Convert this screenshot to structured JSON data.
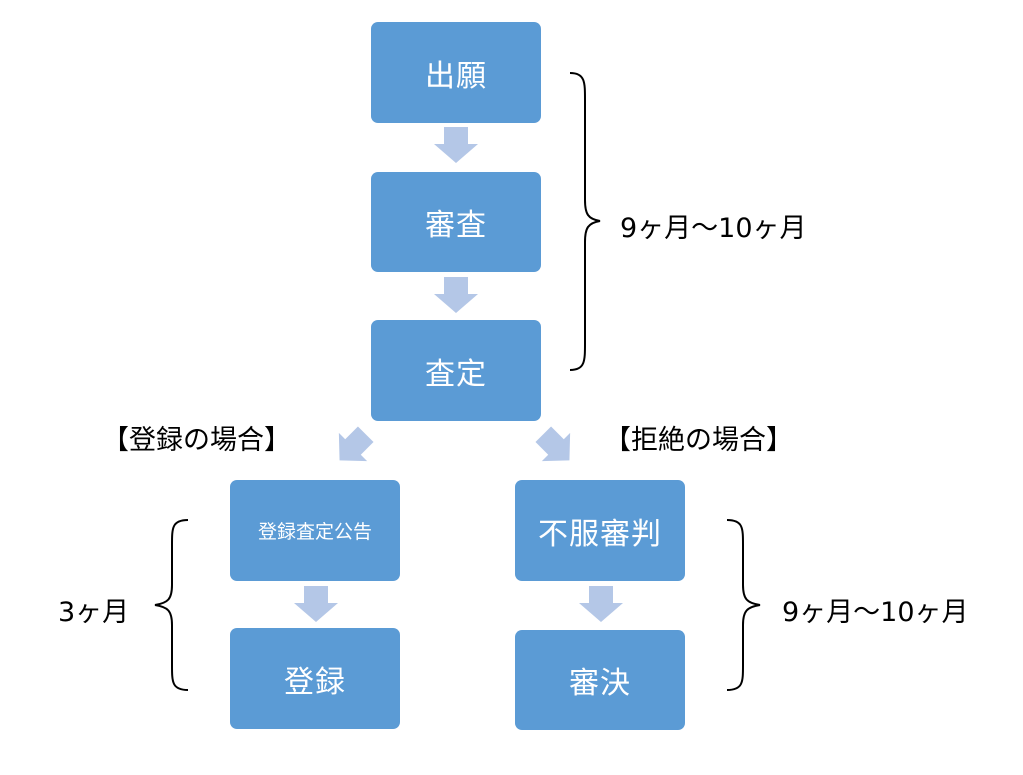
{
  "steps": {
    "application": "出願",
    "examination": "審査",
    "decision": "査定",
    "registration_notice": "登録査定公告",
    "registration": "登録",
    "appeal": "不服審判",
    "ruling": "審決"
  },
  "branches": {
    "registered": "【登録の場合】",
    "rejected": "【拒絶の場合】"
  },
  "durations": {
    "examination_period": "9ヶ月〜10ヶ月",
    "registration_period": "3ヶ月",
    "appeal_period": "9ヶ月〜10ヶ月"
  },
  "colors": {
    "box_fill": "#5b9bd5",
    "arrow_fill": "#b4c7e7",
    "text_on_box": "#ffffff",
    "brace": "#000000"
  }
}
